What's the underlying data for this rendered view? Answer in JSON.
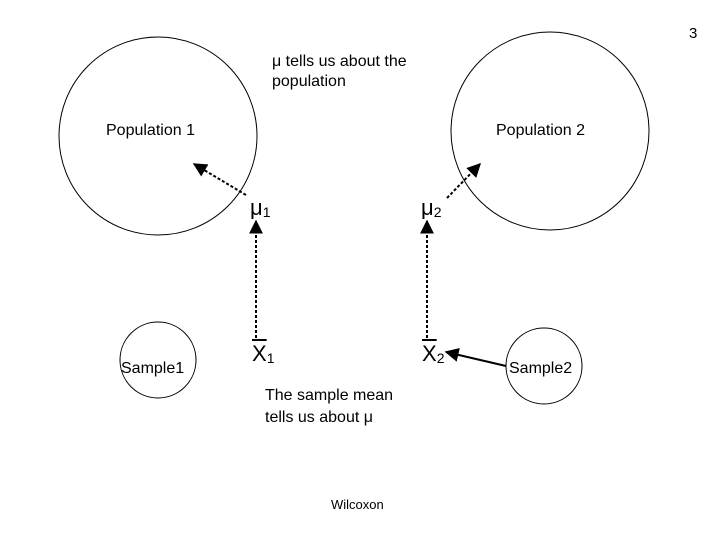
{
  "slide": {
    "page_number": "3",
    "note_top_line1": "μ tells us about the",
    "note_top_line2": "population",
    "population1_label": "Population 1",
    "population2_label": "Population 2",
    "mu1_symbol": "μ",
    "mu1_subscript": "1",
    "mu2_symbol": "μ",
    "mu2_subscript": "2",
    "xbar1_symbol": "X",
    "xbar1_subscript": "1",
    "xbar2_symbol": "X",
    "xbar2_subscript": "2",
    "sample1_label": "Sample1",
    "sample2_label": "Sample2",
    "note_bottom_line1": "The sample mean",
    "note_bottom_line2": "tells us about μ",
    "footer": "Wilcoxon"
  }
}
